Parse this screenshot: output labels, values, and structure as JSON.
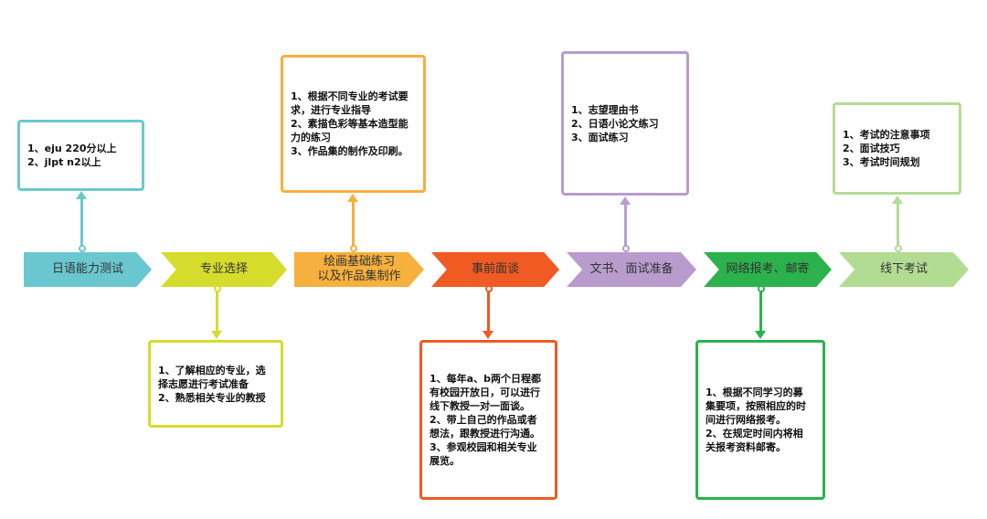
{
  "steps": [
    {
      "label": [
        "日语能力测试"
      ],
      "color": "#6bc7cf",
      "above": [
        "1、eju 220分以上",
        "2、jlpt n2以上"
      ]
    },
    {
      "label": [
        "专业选择"
      ],
      "color": "#d5dc2c",
      "below": [
        "1、了解相应的专业，选",
        "择志愿进行考试准备",
        "2、熟悉相关专业的教授"
      ]
    },
    {
      "label": [
        "绘画基础练习",
        "以及作品集制作"
      ],
      "color": "#f6b03d",
      "above": [
        "1、根据不同专业的考试要",
        "求，进行专业指导",
        "2、素描色彩等基本造型能",
        "力的练习",
        "3、作品集的制作及印刷。"
      ]
    },
    {
      "label": [
        "事前面谈"
      ],
      "color": "#f05a23",
      "below": [
        "1、每年a、b两个日程都",
        "有校园开放日，可以进行",
        "线下教授一对一面谈。",
        "2、带上自己的作品或者",
        "想法，跟教授进行沟通。",
        "3、参观校园和相关专业",
        "展览。"
      ]
    },
    {
      "label": [
        "文书、面试准备"
      ],
      "color": "#b99cce",
      "above": [
        "1、志望理由书",
        "2、日语小论文练习",
        "3、面试练习"
      ]
    },
    {
      "label": [
        "网络报考、邮寄"
      ],
      "color": "#2bb24c",
      "below": [
        "1、根据不同学习的募",
        "集要项，按照相应的时",
        "间进行网络报考。",
        "2、在规定时间内将相",
        "关报考资料邮寄。"
      ]
    },
    {
      "label": [
        "线下考试"
      ],
      "color": "#b3dc93",
      "above": [
        "1、考试的注意事项",
        "2、面试技巧",
        "3、考试时间规划"
      ]
    }
  ]
}
